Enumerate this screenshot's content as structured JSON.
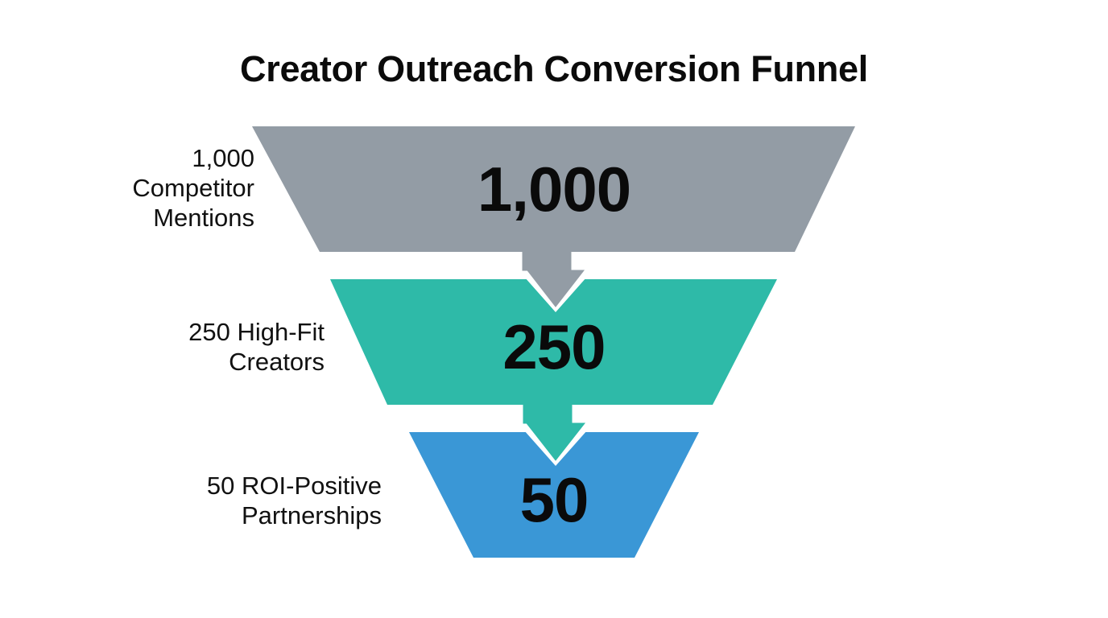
{
  "title": "Creator Outreach Conversion Funnel",
  "stages": [
    {
      "value": "1,000",
      "label": "1,000\nCompetitor\nMentions",
      "color": "#939ca5"
    },
    {
      "value": "250",
      "label": "250 High-Fit\nCreators",
      "color": "#2ebaa8"
    },
    {
      "value": "50",
      "label": "50 ROI-Positive\nPartnerships",
      "color": "#3a97d6"
    }
  ],
  "chart_data": {
    "type": "funnel",
    "title": "Creator Outreach Conversion Funnel",
    "categories": [
      "Competitor Mentions",
      "High-Fit Creators",
      "ROI-Positive Partnerships"
    ],
    "values": [
      1000,
      250,
      50
    ],
    "colors": [
      "#939ca5",
      "#2ebaa8",
      "#3a97d6"
    ]
  }
}
